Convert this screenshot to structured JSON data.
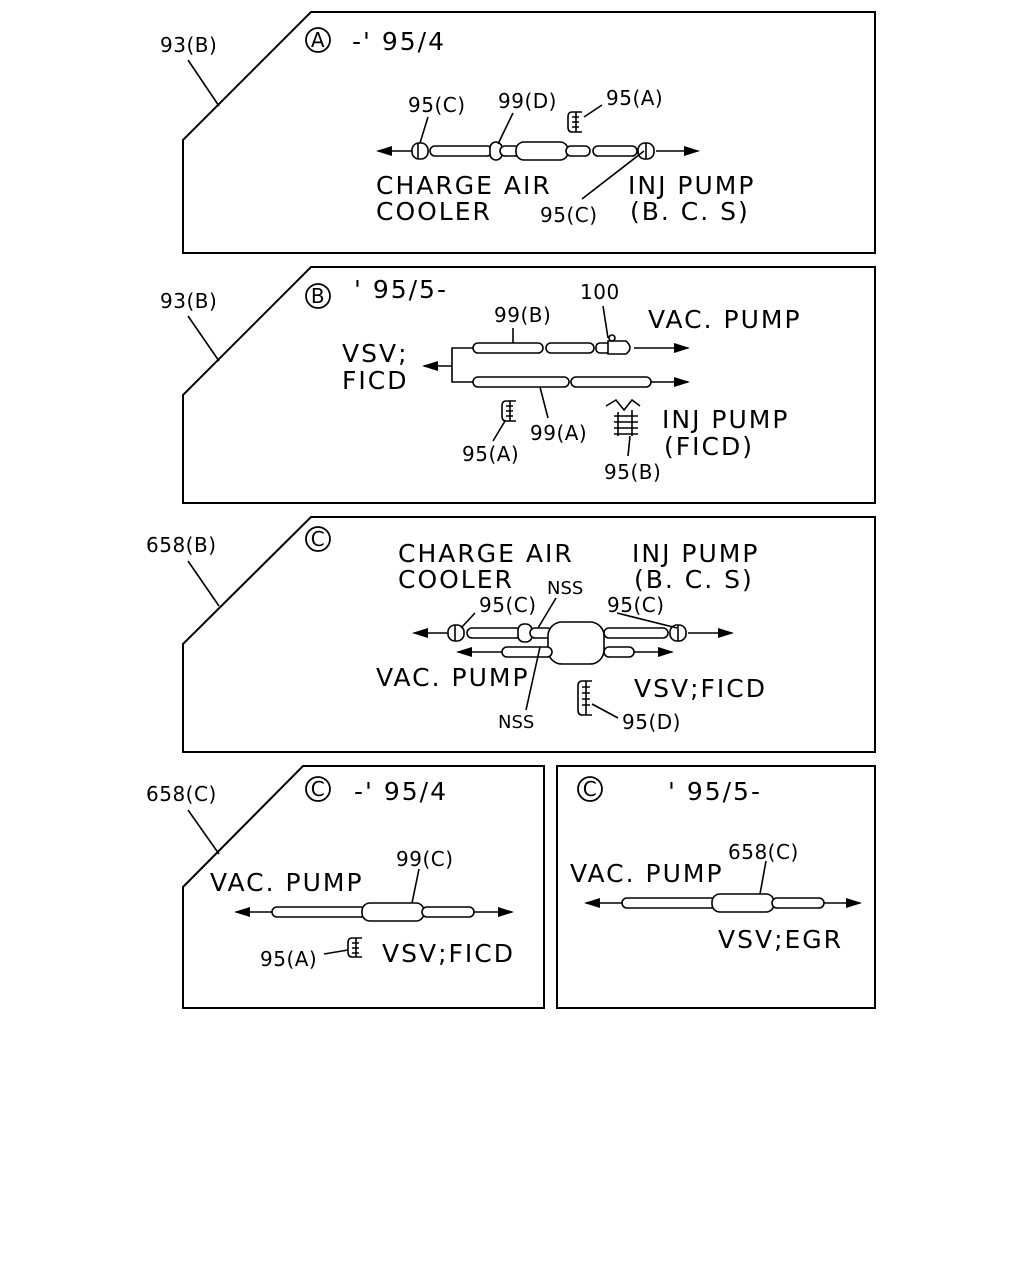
{
  "panels": {
    "a": {
      "ref": "93(B)",
      "badge": "A",
      "period": "-' 95/4",
      "labels": {
        "p95c_left": "95(C)",
        "p99d": "99(D)",
        "p95a": "95(A)",
        "p95c_right": "95(C)",
        "charge_air": "CHARGE AIR",
        "cooler": "COOLER",
        "inj_pump": "INJ PUMP",
        "bcs": "(B. C. S)"
      }
    },
    "b": {
      "ref": "93(B)",
      "badge": "B",
      "period": "' 95/5-",
      "labels": {
        "p100": "100",
        "p99b": "99(B)",
        "vac_pump": "VAC. PUMP",
        "vsv": "VSV;",
        "ficd": "FICD",
        "p95a": "95(A)",
        "p99a": "99(A)",
        "inj_pump": "INJ PUMP",
        "ficd_paren": "(FICD)",
        "p95b": "95(B)"
      }
    },
    "c": {
      "ref": "658(B)",
      "badge": "C",
      "labels": {
        "charge_air": "CHARGE AIR",
        "cooler": "COOLER",
        "inj_pump": "INJ PUMP",
        "bcs": "(B. C. S)",
        "nss_top": "NSS",
        "p95c_left": "95(C)",
        "p95c_right": "95(C)",
        "vac_pump": "VAC. PUMP",
        "vsv_ficd": "VSV;FICD",
        "nss_bottom": "NSS",
        "p95d": "95(D)"
      }
    },
    "d": {
      "ref": "658(C)",
      "badge": "C",
      "period": "-' 95/4",
      "labels": {
        "vac_pump": "VAC. PUMP",
        "p99c": "99(C)",
        "p95a": "95(A)",
        "vsv_ficd": "VSV;FICD"
      }
    },
    "e": {
      "badge": "C",
      "period": "' 95/5-",
      "labels": {
        "vac_pump": "VAC. PUMP",
        "p658c": "658(C)",
        "vsv_egr": "VSV;EGR"
      }
    }
  }
}
